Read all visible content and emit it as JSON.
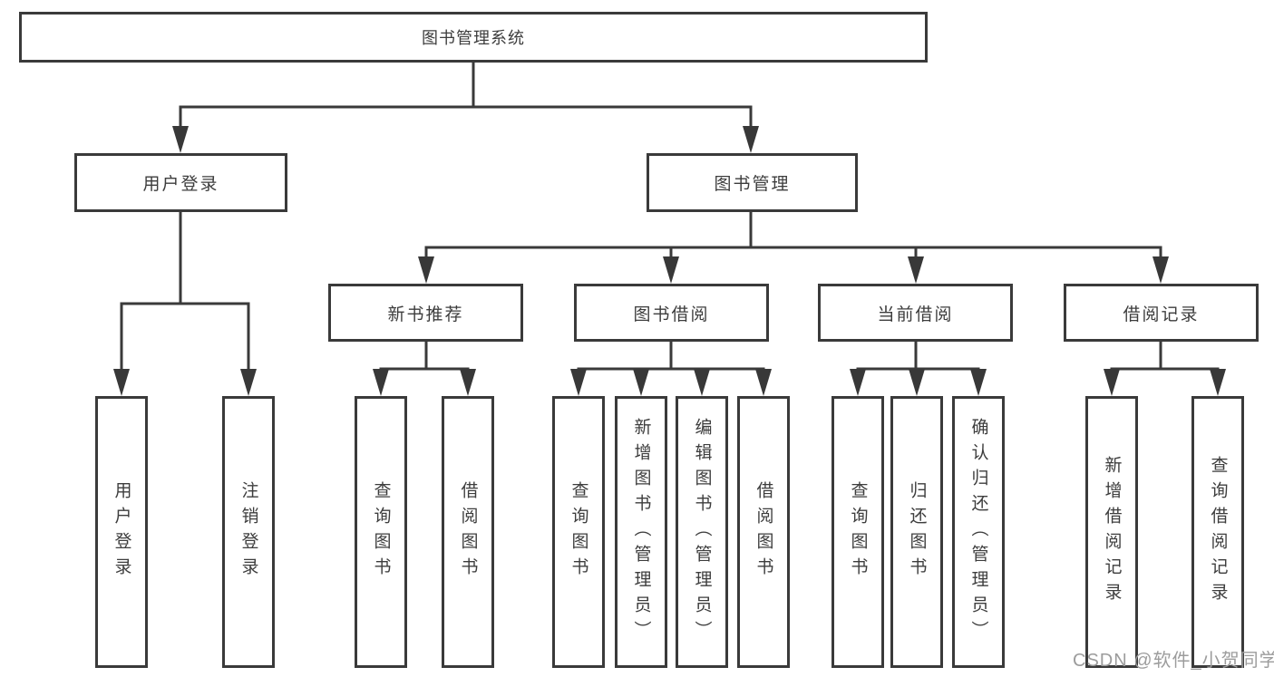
{
  "tree": {
    "label": "图书管理系统",
    "children": [
      {
        "label": "用户登录",
        "children": [
          {
            "label": "用户登录"
          },
          {
            "label": "注销登录"
          }
        ]
      },
      {
        "label": "图书管理",
        "children": [
          {
            "label": "新书推荐",
            "children": [
              {
                "label": "查询图书"
              },
              {
                "label": "借阅图书"
              }
            ]
          },
          {
            "label": "图书借阅",
            "children": [
              {
                "label": "查询图书"
              },
              {
                "label": "新增图书（管理员）"
              },
              {
                "label": "编辑图书（管理员）"
              },
              {
                "label": "借阅图书"
              }
            ]
          },
          {
            "label": "当前借阅",
            "children": [
              {
                "label": "查询图书"
              },
              {
                "label": "归还图书"
              },
              {
                "label": "确认归还（管理员）"
              }
            ]
          },
          {
            "label": "借阅记录",
            "children": [
              {
                "label": "新增借阅记录"
              },
              {
                "label": "查询借阅记录"
              }
            ]
          }
        ]
      }
    ]
  },
  "watermark": "CSDN @软件_小贺同学",
  "colors": {
    "line": "#3a3a3a",
    "box_border": "#3a3a3a",
    "text": "#3d3d3d",
    "watermark": "#9c9c9c",
    "background": "#ffffff"
  }
}
